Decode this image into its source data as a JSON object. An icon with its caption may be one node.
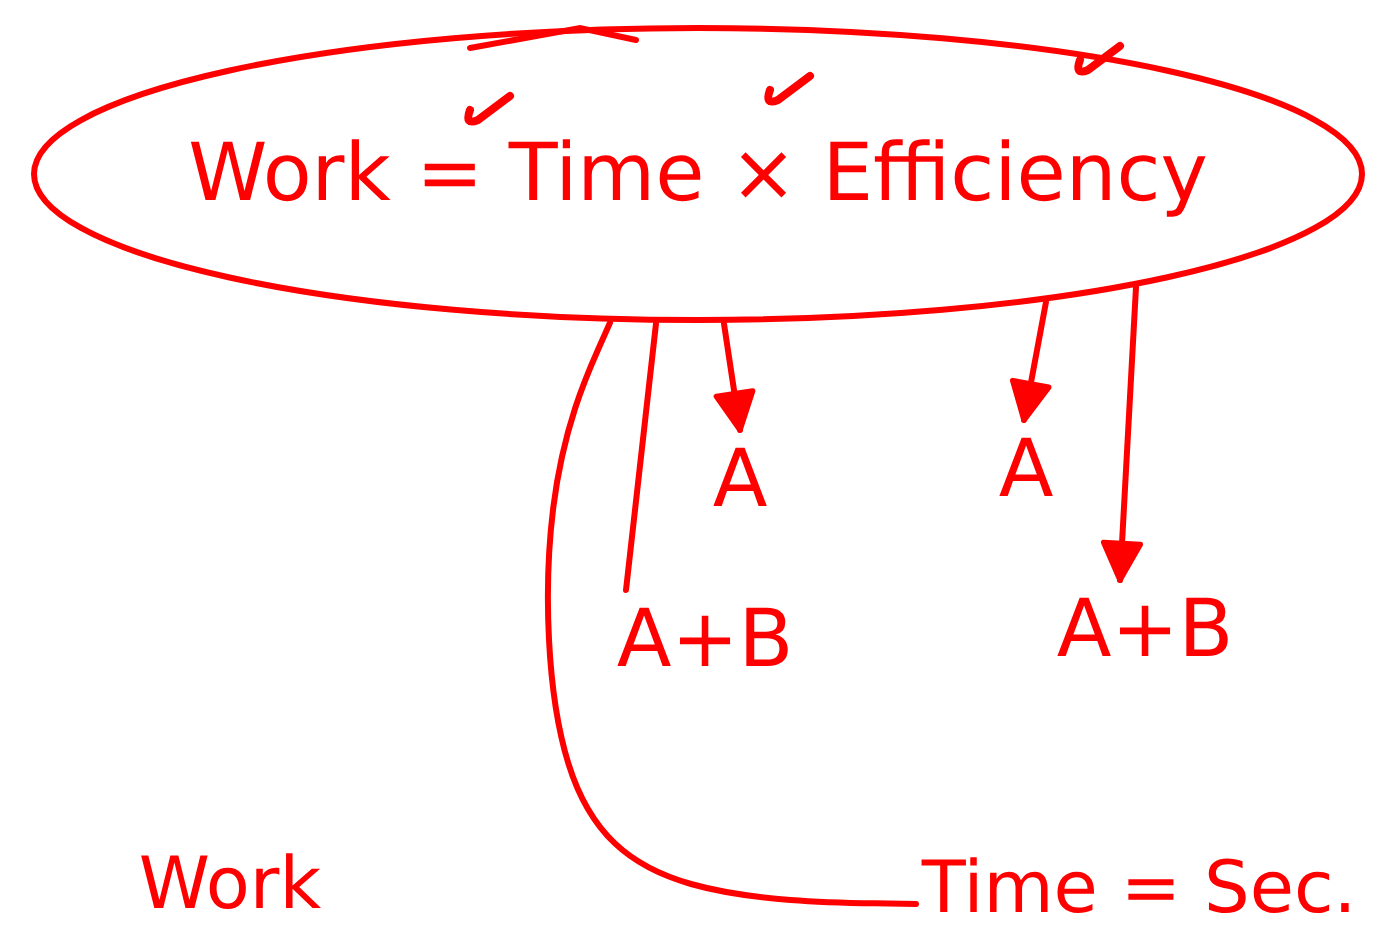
{
  "diagram": {
    "nodes": [
      {
        "text": [
          "Work = Time × Efficiency"
        ]
      },
      {
        "text": [
          "A"
        ]
      },
      {
        "text": [
          "A+B"
        ]
      },
      {
        "text": [
          "A"
        ]
      },
      {
        "text": [
          "A+B"
        ]
      },
      {
        "text": [
          "Work"
        ]
      },
      {
        "text": [
          "Time = Sec."
        ]
      }
    ],
    "edges": [
      {
        "from": 0,
        "to": 1,
        "arrow": "to"
      },
      {
        "from": 0,
        "to": 2,
        "arrow": "none"
      },
      {
        "from": 0,
        "to": 3,
        "arrow": "to"
      },
      {
        "from": 0,
        "to": 4,
        "arrow": "to"
      },
      {
        "from": 0,
        "to": 6,
        "arrow": "none"
      }
    ]
  }
}
